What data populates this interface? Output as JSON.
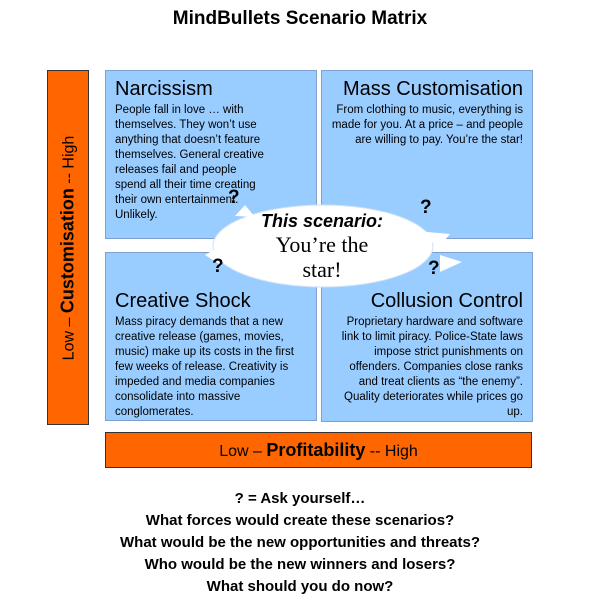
{
  "title": "MindBullets Scenario Matrix",
  "axis_y": {
    "low": "Low",
    "dash1": " – ",
    "name": "Customisation",
    "dash2": " -- ",
    "high": "High"
  },
  "axis_x": {
    "low": "Low",
    "dash1": " – ",
    "name": "Profitability",
    "dash2": " -- ",
    "high": "High"
  },
  "quadrants": [
    {
      "title": "Narcissism",
      "text": "People fall in love … with themselves.  They won’t use anything that doesn’t feature themselves.  General creative releases fail and people spend all their time creating their own entertainment. Unlikely."
    },
    {
      "title": "Mass Customisation",
      "text": "From clothing to music, everything is made for you.  At a price – and people are willing to pay.  You’re the star!"
    },
    {
      "title": "Creative Shock",
      "text": "Mass piracy demands that a new creative release (games, movies, music) make up its costs in the first few weeks of release. Creativity is impeded and media companies consolidate into massive conglomerates."
    },
    {
      "title": "Collusion Control",
      "text": "Proprietary hardware and software link to limit piracy. Police-State laws impose strict punishments on offenders. Companies close ranks and treat clients as “the enemy”.  Quality deteriorates while prices go up."
    }
  ],
  "centre": {
    "line1": "This scenario:",
    "line2": "You’re the",
    "line3": "star!"
  },
  "question_mark": "?",
  "footer": [
    "? = Ask yourself…",
    "What forces would create these scenarios?",
    "What would be the new opportunities and threats?",
    "Who would be the new winners and losers?",
    "What should you do now?"
  ],
  "colors": {
    "axis": "#ff6600",
    "quadrant": "#99ccff",
    "ellipse": "#ffffff"
  }
}
